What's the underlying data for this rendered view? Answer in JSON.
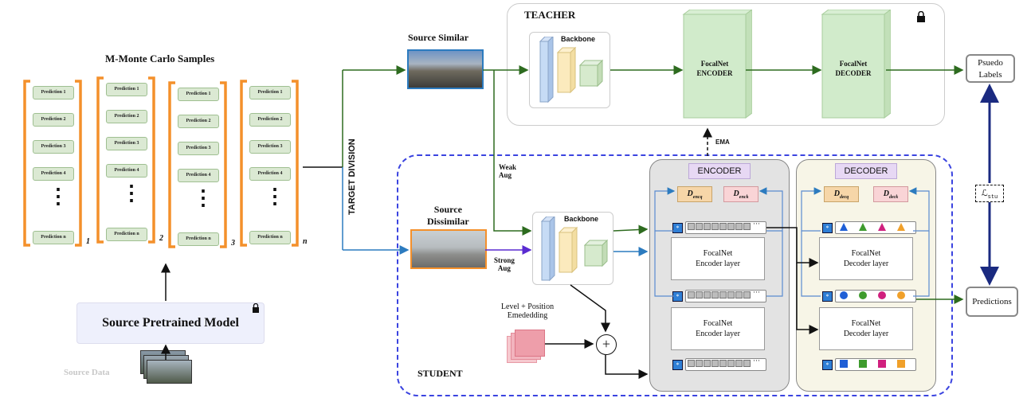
{
  "samples": {
    "title": "M-Monte Carlo Samples",
    "groups": [
      {
        "index": "1",
        "items": [
          "Prediction 1",
          "Prediction 2",
          "Prediction 3",
          "Prediction 4",
          "Prediction n"
        ]
      },
      {
        "index": "2",
        "items": [
          "Prediction 1",
          "Prediction 2",
          "Prediction 3",
          "Prediction 4",
          "Prediction n"
        ]
      },
      {
        "index": "3",
        "items": [
          "Prediction 1",
          "Prediction 2",
          "Prediction 3",
          "Prediction 4",
          "Prediction n"
        ]
      },
      {
        "index": "n",
        "items": [
          "Prediction 1",
          "Prediction 2",
          "Prediction 3",
          "Prediction 4",
          "Prediction n"
        ]
      }
    ],
    "ellipsis": "⋮"
  },
  "source_model": {
    "label": "Source Pretrained Model",
    "data_label": "Source Data"
  },
  "target_division": "TARGET DIVISION",
  "source_similar": "Source Similar",
  "source_dissimilar": {
    "line1": "Source",
    "line2": "Dissimilar"
  },
  "weak_aug": {
    "line1": "Weak",
    "line2": "Aug"
  },
  "strong_aug": {
    "line1": "Strong",
    "line2": "Aug"
  },
  "teacher": {
    "label": "TEACHER",
    "backbone": "Backbone",
    "encoder": {
      "line1": "FocalNet",
      "line2": "ENCODER"
    },
    "decoder": {
      "line1": "FocalNet",
      "line2": "DECODER"
    }
  },
  "ema": "EMA",
  "student": {
    "label": "STUDENT",
    "backbone": "Backbone",
    "level_pos": {
      "line1": "Level + Position",
      "line2": "Emededding"
    },
    "plus": "+",
    "encoder_title": "ENCODER",
    "decoder_title": "DECODER",
    "d_encq": {
      "main": "D",
      "sub": "encq"
    },
    "d_enck": {
      "main": "D",
      "sub": "enck"
    },
    "d_decq": {
      "main": "D",
      "sub": "decq"
    },
    "d_deck": {
      "main": "D",
      "sub": "deck"
    },
    "enc_layer": {
      "line1": "FocalNet",
      "line2": "Encoder layer"
    },
    "dec_layer": {
      "line1": "FocalNet",
      "line2": "Decoder layer"
    },
    "dots": "···"
  },
  "pseudo_labels": {
    "line1": "Psuedo",
    "line2": "Labels"
  },
  "loss": {
    "main": "ℒ",
    "sub": "stu"
  },
  "predictions": "Predictions",
  "colors": {
    "orange": "#f4902b",
    "green_arrow": "#2d6b1f",
    "blue_arrow": "#2c7bbf",
    "navy": "#1a2a80",
    "purple": "#5a2bd1",
    "student_border": "#3b44e0"
  }
}
